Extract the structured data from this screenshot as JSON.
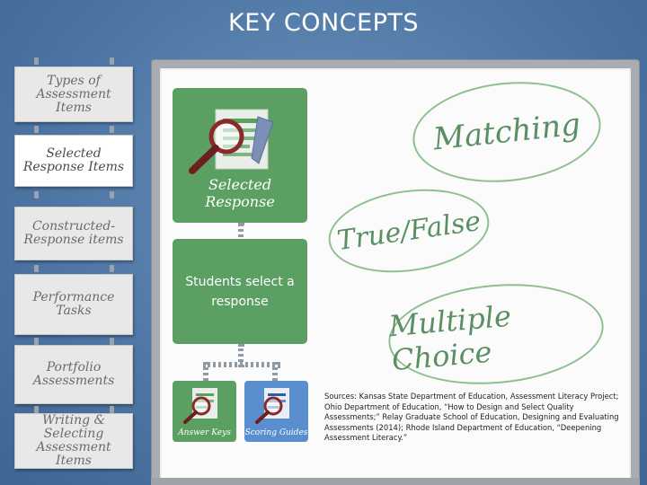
{
  "header": {
    "title": "KEY CONCEPTS"
  },
  "sidebar": {
    "items": [
      {
        "label": "Types of Assessment Items",
        "active": false
      },
      {
        "label": "Selected Response Items",
        "active": true
      },
      {
        "label": "Constructed-Response items",
        "active": false
      },
      {
        "label": "Performance Tasks",
        "active": false
      },
      {
        "label": "Portfolio Assessments",
        "active": false
      },
      {
        "label": "Writing & Selecting Assessment Items",
        "active": false
      }
    ]
  },
  "diagram": {
    "selected_response_label": "Selected Response",
    "description": "Students select a response",
    "answer_keys_label": "Answer Keys",
    "scoring_guides_label": "Scoring Guides"
  },
  "item_types": [
    "Matching",
    "True/False",
    "Multiple Choice"
  ],
  "sources_text": "Sources: Kansas State Department of Education, Assessment Literacy Project; Ohio Department of Education, “How to Design and Select Quality Assessments;” Relay Graduate School of Education, Designing and Evaluating Assessments (2014); Rhode Island Department of Education, “Deepening Assessment Literacy.”",
  "colors": {
    "green": "#5b9f63",
    "blue": "#5a8fcf",
    "background": "#5a82ae",
    "ellipse_stroke": "#8ec08f"
  },
  "icons": [
    "magnifier-document-icon",
    "answer-keys-icon",
    "scoring-guides-icon"
  ]
}
